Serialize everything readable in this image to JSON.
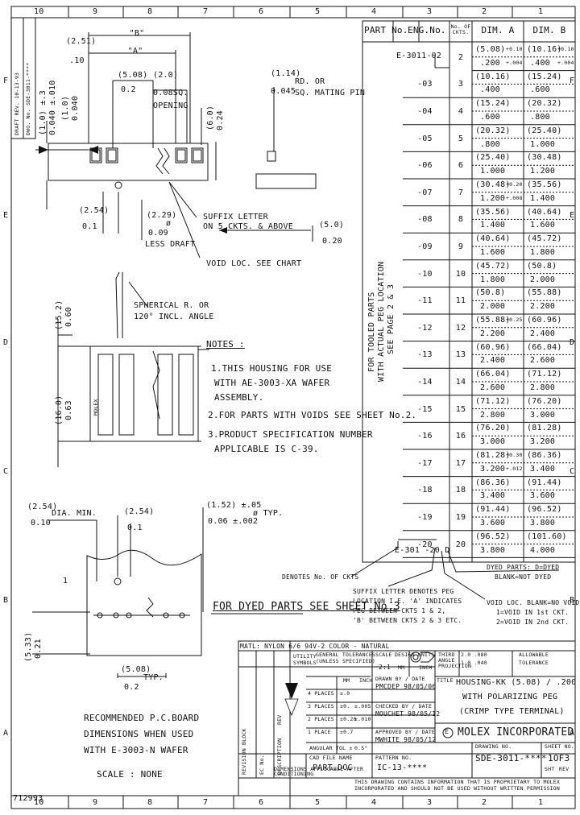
{
  "border": {
    "cols_top": [
      "10",
      "9",
      "8",
      "7",
      "6",
      "5",
      "4",
      "3",
      "2",
      "1"
    ],
    "cols_bottom": [
      "10",
      "9",
      "8",
      "7",
      "6",
      "5",
      "4",
      "3",
      "2",
      "1"
    ],
    "rows_left": [
      "F",
      "E",
      "D",
      "C",
      "B",
      "A"
    ],
    "rows_right": [
      "F",
      "E",
      "D",
      "C",
      "B",
      "A"
    ],
    "corner_code": "712993"
  },
  "dims": {
    "b_label": "\"B\"",
    "a_label": "\"A\"",
    "d251": "(2.51)",
    "d251i": ".10",
    "d508": "(5.08)",
    "d508i": "0.2",
    "d20": "(2.0)",
    "d20i": "0.08SQ.",
    "d20t": "OPENING",
    "d10": "(1.0) ±.3",
    "d10i": "0.040 ±.010",
    "d10b": "(1.0)",
    "d10bi": "0.040",
    "d60": "(6.0)",
    "d60i": "0.24",
    "d114": "(1.14)",
    "d114i": "0.045",
    "d114t1": "RD. OR",
    "d114t2": "SQ. MATING PIN",
    "d254": "(2.54)",
    "d254i": "0.1",
    "d229": "(2.29)",
    "d229i": "0.09",
    "d229t": "LESS DRAFT",
    "d229phi": "ø",
    "d50": "(5.0)",
    "d50i": "0.20",
    "d152": "(15.2)",
    "d152i": "0.60",
    "d160": "(16.0)",
    "d160i": "0.63",
    "suffix1": "SUFFIX LETTER",
    "suffix2": "ON 5 CKTS. & ABOVE",
    "void_loc": "VOID LOC. SEE CHART",
    "sph1": "SPHERICAL R. OR",
    "sph2": "120° INCL. ANGLE",
    "molex": "MOLEX"
  },
  "notes": {
    "title": "NOTES :",
    "n1a": "1.THIS HOUSING FOR USE",
    "n1b": "WITH AE-3003-XA WAFER",
    "n1c": "ASSEMBLY.",
    "n2": "2.FOR PARTS WITH VOIDS SEE SHEET No.2.",
    "n3a": "3.PRODUCT SPECIFICATION NUMBER",
    "n3b": "APPLICABLE IS  C-39."
  },
  "pcb": {
    "d254a": "(2.54)",
    "d254ai": "0.10",
    "dia": "DIA. MIN.",
    "d254b": "(2.54)",
    "d254bi": "0.1",
    "d152": "(1.52) ±.05",
    "d152i": "0.06 ±.002",
    "typ1": "ø TYP.",
    "d533": "(5.33)",
    "d533i": "0.21",
    "d508": "(5.08)",
    "d508i": "0.2",
    "typ2": "TYP.",
    "one": "1",
    "rec1": "RECOMMENDED P.C.BOARD",
    "rec2": "DIMENSIONS WHEN USED",
    "rec3": "WITH E-3003-N WAFER",
    "scale": "SCALE : NONE",
    "dyed": "FOR DYED PARTS SEE SHEET No.3"
  },
  "table": {
    "headers": [
      "PART No.",
      "ENG.No.",
      "No. OF CKTS.",
      "DIM. A",
      "DIM. B"
    ],
    "first_part": "E-3011-02",
    "rows": [
      {
        "eng": "-02",
        "ckts": "2",
        "a1": "(5.08)",
        "a_tol1": "+0.10",
        "a2": ".200",
        "a_tol2": "+.004",
        "b1": "(10.16)",
        "b_tol1": "+0.10",
        "b2": ".400",
        "b_tol2": "+.004"
      },
      {
        "eng": "-03",
        "ckts": "3",
        "a1": "(10.16)",
        "a_tol1": "",
        "a2": ".400",
        "a_tol2": "",
        "b1": "(15.24)",
        "b_tol1": "",
        "b2": ".600",
        "b_tol2": ""
      },
      {
        "eng": "-04",
        "ckts": "4",
        "a1": "(15.24)",
        "a_tol1": "",
        "a2": ".600",
        "a_tol2": "",
        "b1": "(20.32)",
        "b_tol1": "",
        "b2": ".800",
        "b_tol2": ""
      },
      {
        "eng": "-05",
        "ckts": "5",
        "a1": "(20.32)",
        "a_tol1": "",
        "a2": ".800",
        "a_tol2": "",
        "b1": "(25.40)",
        "b_tol1": "",
        "b2": "1.000",
        "b_tol2": ""
      },
      {
        "eng": "-06",
        "ckts": "6",
        "a1": "(25.40)",
        "a_tol1": "",
        "a2": "1.000",
        "a_tol2": "",
        "b1": "(30.48)",
        "b_tol1": "",
        "b2": "1.200",
        "b_tol2": ""
      },
      {
        "eng": "-07",
        "ckts": "7",
        "a1": "(30.48)",
        "a_tol1": "+0.20",
        "a2": "1.200",
        "a_tol2": "+.008",
        "b1": "(35.56)",
        "b_tol1": "",
        "b2": "1.400",
        "b_tol2": ""
      },
      {
        "eng": "-08",
        "ckts": "8",
        "a1": "(35.56)",
        "a_tol1": "",
        "a2": "1.400",
        "a_tol2": "",
        "b1": "(40.64)",
        "b_tol1": "",
        "b2": "1.600",
        "b_tol2": ""
      },
      {
        "eng": "-09",
        "ckts": "9",
        "a1": "(40.64)",
        "a_tol1": "",
        "a2": "1.600",
        "a_tol2": "",
        "b1": "(45.72)",
        "b_tol1": "",
        "b2": "1.800",
        "b_tol2": ""
      },
      {
        "eng": "-10",
        "ckts": "10",
        "a1": "(45.72)",
        "a_tol1": "",
        "a2": "1.800",
        "a_tol2": "",
        "b1": "(50.8)",
        "b_tol1": "",
        "b2": "2.000",
        "b_tol2": ""
      },
      {
        "eng": "-11",
        "ckts": "11",
        "a1": "(50.8)",
        "a_tol1": "",
        "a2": "2.000",
        "a_tol2": "",
        "b1": "(55.88)",
        "b_tol1": "",
        "b2": "2.200",
        "b_tol2": ""
      },
      {
        "eng": "-12",
        "ckts": "12",
        "a1": "(55.88)",
        "a_tol1": "+0.25",
        "a2": "2.200",
        "a_tol2": "",
        "b1": "(60.96)",
        "b_tol1": "",
        "b2": "2.400",
        "b_tol2": ""
      },
      {
        "eng": "-13",
        "ckts": "13",
        "a1": "(60.96)",
        "a_tol1": "",
        "a2": "2.400",
        "a_tol2": "",
        "b1": "(66.04)",
        "b_tol1": "",
        "b2": "2.600",
        "b_tol2": ""
      },
      {
        "eng": "-14",
        "ckts": "14",
        "a1": "(66.04)",
        "a_tol1": "",
        "a2": "2.600",
        "a_tol2": "",
        "b1": "(71.12)",
        "b_tol1": "",
        "b2": "2.800",
        "b_tol2": ""
      },
      {
        "eng": "-15",
        "ckts": "15",
        "a1": "(71.12)",
        "a_tol1": "",
        "a2": "2.800",
        "a_tol2": "",
        "b1": "(76.20)",
        "b_tol1": "",
        "b2": "3.000",
        "b_tol2": ""
      },
      {
        "eng": "-16",
        "ckts": "16",
        "a1": "(76.20)",
        "a_tol1": "",
        "a2": "3.000",
        "a_tol2": "",
        "b1": "(81.28)",
        "b_tol1": "",
        "b2": "3.200",
        "b_tol2": ""
      },
      {
        "eng": "-17",
        "ckts": "17",
        "a1": "(81.28)",
        "a_tol1": "+0.30",
        "a2": "3.200",
        "a_tol2": "+.012",
        "b1": "(86.36)",
        "b_tol1": "",
        "b2": "3.400",
        "b_tol2": ""
      },
      {
        "eng": "-18",
        "ckts": "18",
        "a1": "(86.36)",
        "a_tol1": "",
        "a2": "3.400",
        "a_tol2": "",
        "b1": "(91.44)",
        "b_tol1": "",
        "b2": "3.600",
        "b_tol2": ""
      },
      {
        "eng": "-19",
        "ckts": "19",
        "a1": "(91.44)",
        "a_tol1": "",
        "a2": "3.600",
        "a_tol2": "",
        "b1": "(96.52)",
        "b_tol1": "",
        "b2": "3.800",
        "b_tol2": ""
      },
      {
        "eng": "-20",
        "ckts": "20",
        "a1": "(96.52)",
        "a_tol1": "",
        "a2": "3.800",
        "a_tol2": "",
        "b1": "(101.60)",
        "b_tol1": "",
        "b2": "4.000",
        "b_tol2": ""
      }
    ],
    "bottom_code": "E-301 -20  D",
    "vertical1": "FOR TOOLED PARTS",
    "vertical2": "WITH ACTUAL PEG LOCATION",
    "vertical3": "SEE PAGE 2 & 3"
  },
  "callouts": {
    "dyed1": "DYED PARTS: D=DYED",
    "dyed2": "BLANK=NOT DYED",
    "void1": "VOID LOC. BLANK=NO VOIDS",
    "void2": "1=VOID IN 1st CKT.",
    "void3": "2=VOID IN 2nd CKT.",
    "denotes": "DENOTES No. OF CKTS",
    "suf1": "SUFFIX LETTER DENOTES PEG",
    "suf2": "LOCATION I.E. 'A' INDICATES",
    "suf3": "PEG BETWEEN CKTS 1 & 2,",
    "suf4": "'B' BETWEEN CKTS 2 & 3 ETC."
  },
  "title_block": {
    "material": "MATL: NYLON 6/6 94V-2    COLOR - NATURAL",
    "util1": "UTILITY",
    "util2": "SYMBOLS",
    "gen1": "GENERAL TOLERANCES",
    "gen2": "(UNLESS SPECIFIED)",
    "scale_lbl": "SCALE",
    "scale_val": "2:1",
    "design_units": "DESIGN UNITS",
    "mm": "MM",
    "inch": "INCH",
    "third": "THIRD ANGLE PROJECTION",
    "title_lbl": "TITLE",
    "title1": "HOUSING-KK (5.08) / .200",
    "title2": "WITH POLARIZING PEG",
    "title3": "(CRIMP TYPE TERMINAL)",
    "tol_mm": "MM",
    "tol_inch": "INCH",
    "tol_rows": [
      {
        "lbl": "4 PLACES",
        "mm": "±.0",
        "inch": ""
      },
      {
        "lbl": "3 PLACES",
        "mm": "±0.",
        "inch": "±.005"
      },
      {
        "lbl": "2 PLACES",
        "mm": "±0.20",
        "inch": "±.010"
      },
      {
        "lbl": "1 PLACE",
        "mm": "±0.7",
        "inch": ""
      }
    ],
    "angular": "ANGULAR TOL ±",
    "angular_val": "0.5°",
    "drwn_by": "DRAWN BY / DATE",
    "drwn": "PMCDEP   98/05/06",
    "chk_by": "CHECKED BY / DATE",
    "chk": "MOUCHET   98/05/12",
    "app_by": "APPROVED BY / DATE",
    "app": "MWHITE   98/05/12",
    "company": "MOLEX INCORPORATED",
    "cad": "CAD FILE NAME",
    "cad_val": "PART.DOC",
    "pattern": "PATTERN NO.",
    "pattern_val": "IC-13-****",
    "drawing": "DRAWING NO.",
    "drawing_val": "SDE-3011-****",
    "sheet": "SHEET NO.",
    "sheet_val": "1OF3",
    "dim_note1": "DIMENSIONS APPLICABLE AFTER",
    "dim_note2": "CONDITIONING",
    "legal1": "THIS DRAWING CONTAINS INFORMATION THAT IS PROPRIETARY TO MOLEX",
    "legal2": "INCORPORATED AND SHOULD NOT BE USED WITHOUT WRITTEN PERMISSION",
    "sht_lbl": "SHT",
    "rev_lbl": "REV",
    "box_vals": "2.0     .080",
    "box_vals2": "1.0     .040",
    "box_note1": "ALLOWABLE",
    "box_note2": "TOLERANCE",
    "stamp": "E"
  },
  "rev_block": {
    "v1": "REVISION BLOCK",
    "v2": "EC No.",
    "v3": "DESCRIPTION",
    "v4": "REV",
    "left_strip1": "DRAFT REV. 10-13-93",
    "left_strip2": "DWG. No. SDE-3011-****"
  }
}
